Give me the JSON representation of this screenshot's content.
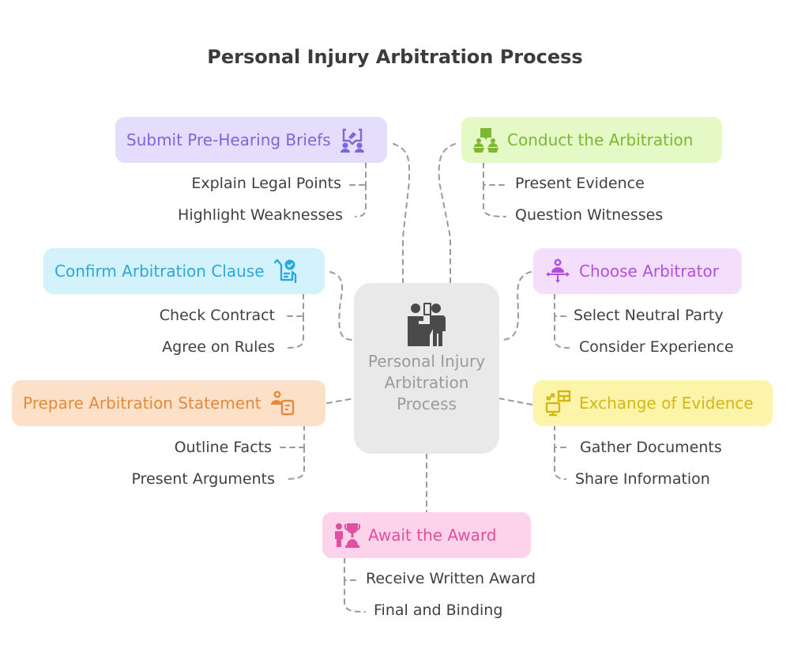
{
  "title": "Personal Injury Arbitration Process",
  "center": {
    "label": "Personal Injury Arbitration Process",
    "icon": "consultation-people-icon"
  },
  "colors": {
    "purple": "#7b68d9",
    "green": "#7db832",
    "cyan": "#29a9dc",
    "violet": "#b24fe0",
    "orange": "#e58a3a",
    "yellow": "#d4b714",
    "pink": "#e0509f",
    "center_bg": "#e9e9e9",
    "connector": "#9a9a9a"
  },
  "nodes": [
    {
      "id": "submit-briefs",
      "label": "Submit Pre-Hearing Briefs",
      "icon": "presentation-audience-icon",
      "children": [
        "Explain Legal Points",
        "Highlight Weaknesses"
      ]
    },
    {
      "id": "conduct-arbitration",
      "label": "Conduct the Arbitration",
      "icon": "debate-podium-icon",
      "children": [
        "Present Evidence",
        "Question Witnesses"
      ]
    },
    {
      "id": "confirm-clause",
      "label": "Confirm Arbitration Clause",
      "icon": "checked-document-hands-icon",
      "children": [
        "Check Contract",
        "Agree on Rules"
      ]
    },
    {
      "id": "choose-arbitrator",
      "label": "Choose Arbitrator",
      "icon": "person-arrows-icon",
      "children": [
        "Select Neutral Party",
        "Consider Experience"
      ]
    },
    {
      "id": "prepare-statement",
      "label": "Prepare Arbitration Statement",
      "icon": "person-document-icon",
      "children": [
        "Outline Facts",
        "Present Arguments"
      ]
    },
    {
      "id": "exchange-evidence",
      "label": "Exchange of Evidence",
      "icon": "data-exchange-monitor-icon",
      "children": [
        "Gather Documents",
        "Share Information"
      ]
    },
    {
      "id": "await-award",
      "label": "Await the Award",
      "icon": "person-trophy-icon",
      "children": [
        "Receive Written Award",
        "Final and Binding"
      ]
    }
  ]
}
